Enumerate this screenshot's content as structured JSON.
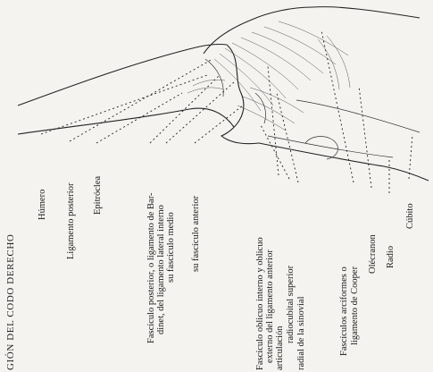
{
  "figure": {
    "title": "GIÓN DEL CODO DERECHO",
    "labels": [
      {
        "key": "humero",
        "text": "Húmero"
      },
      {
        "key": "lig_posterior",
        "text": "Ligamento posterior"
      },
      {
        "key": "epitroclea",
        "text": "Epitróclea"
      },
      {
        "key": "fasc_post_1",
        "text": "Fascículo posterior, o ligamento de Bar-"
      },
      {
        "key": "fasc_post_2",
        "text": "dinet, del ligamento lateral interno"
      },
      {
        "key": "fasc_medio",
        "text": "su fascículo medio"
      },
      {
        "key": "fasc_anterior",
        "text": "su fascículo anterior"
      },
      {
        "key": "obl_1",
        "text": "Fascículo oblicuo interno y oblicuo"
      },
      {
        "key": "obl_2",
        "text": "externo del ligamento anterior"
      },
      {
        "key": "articulacion",
        "text": "articulación"
      },
      {
        "key": "radiocubital",
        "text": "radiocubital superior"
      },
      {
        "key": "sinovial",
        "text": "radial de la sinovial"
      },
      {
        "key": "arciformes_1",
        "text": "Fascículos arciformes o"
      },
      {
        "key": "arciformes_2",
        "text": "ligamento de Cooper"
      },
      {
        "key": "olecranon",
        "text": "Olécranon"
      },
      {
        "key": "radio",
        "text": "Radio"
      },
      {
        "key": "cubito",
        "text": "Cúbito"
      }
    ]
  }
}
